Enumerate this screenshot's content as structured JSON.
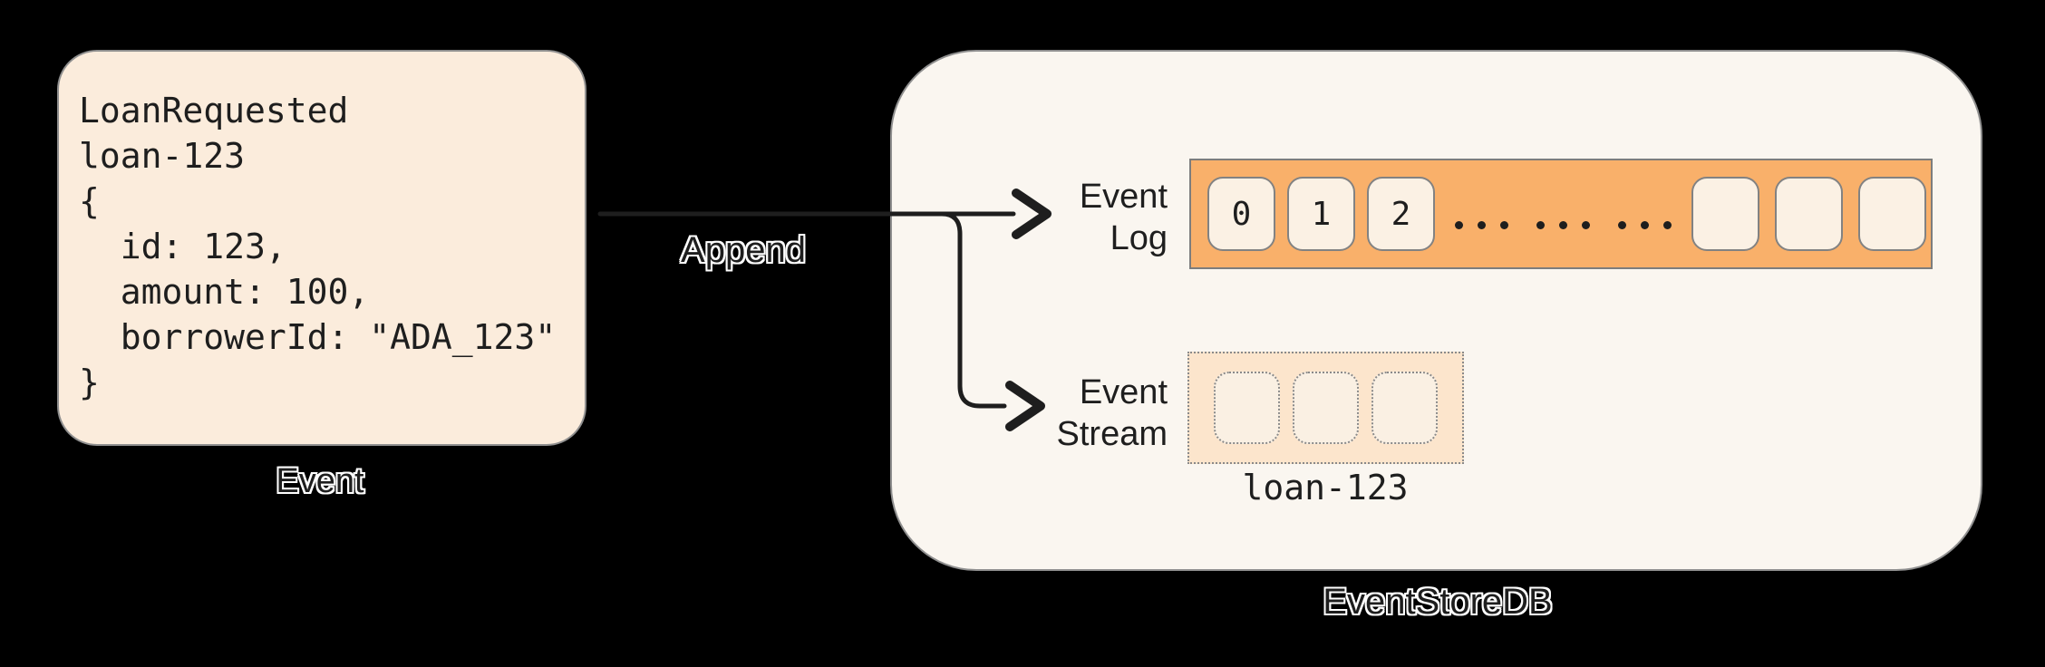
{
  "colors": {
    "background": "#000000",
    "ink": "#1e1e1e",
    "event_box_fill": "#fbecdc",
    "store_fill": "#faf6f0",
    "log_bar_fill": "#f9b06a",
    "log_cell_fill": "#fbf1e4",
    "stream_fill": "#fce5cc",
    "stream_cell_fill": "#faf0e3",
    "border_gray": "#8f8f8f"
  },
  "event_box": {
    "code_lines": [
      "LoanRequested",
      "loan-123",
      "{",
      "  id: 123,",
      "  amount: 100,",
      "  borrowerId: \"ADA_123\"",
      "}"
    ],
    "label": "Event"
  },
  "arrow": {
    "label": "Append"
  },
  "store": {
    "label": "EventStoreDB",
    "event_log": {
      "label_lines": [
        "Event",
        "Log"
      ],
      "cells": [
        "0",
        "1",
        "2"
      ],
      "gap_dots": [
        "...",
        "...",
        "..."
      ],
      "empty_cell_count": 3
    },
    "event_stream": {
      "label_lines": [
        "Event",
        "Stream"
      ],
      "slot_count": 3,
      "stream_name": "loan-123"
    }
  }
}
